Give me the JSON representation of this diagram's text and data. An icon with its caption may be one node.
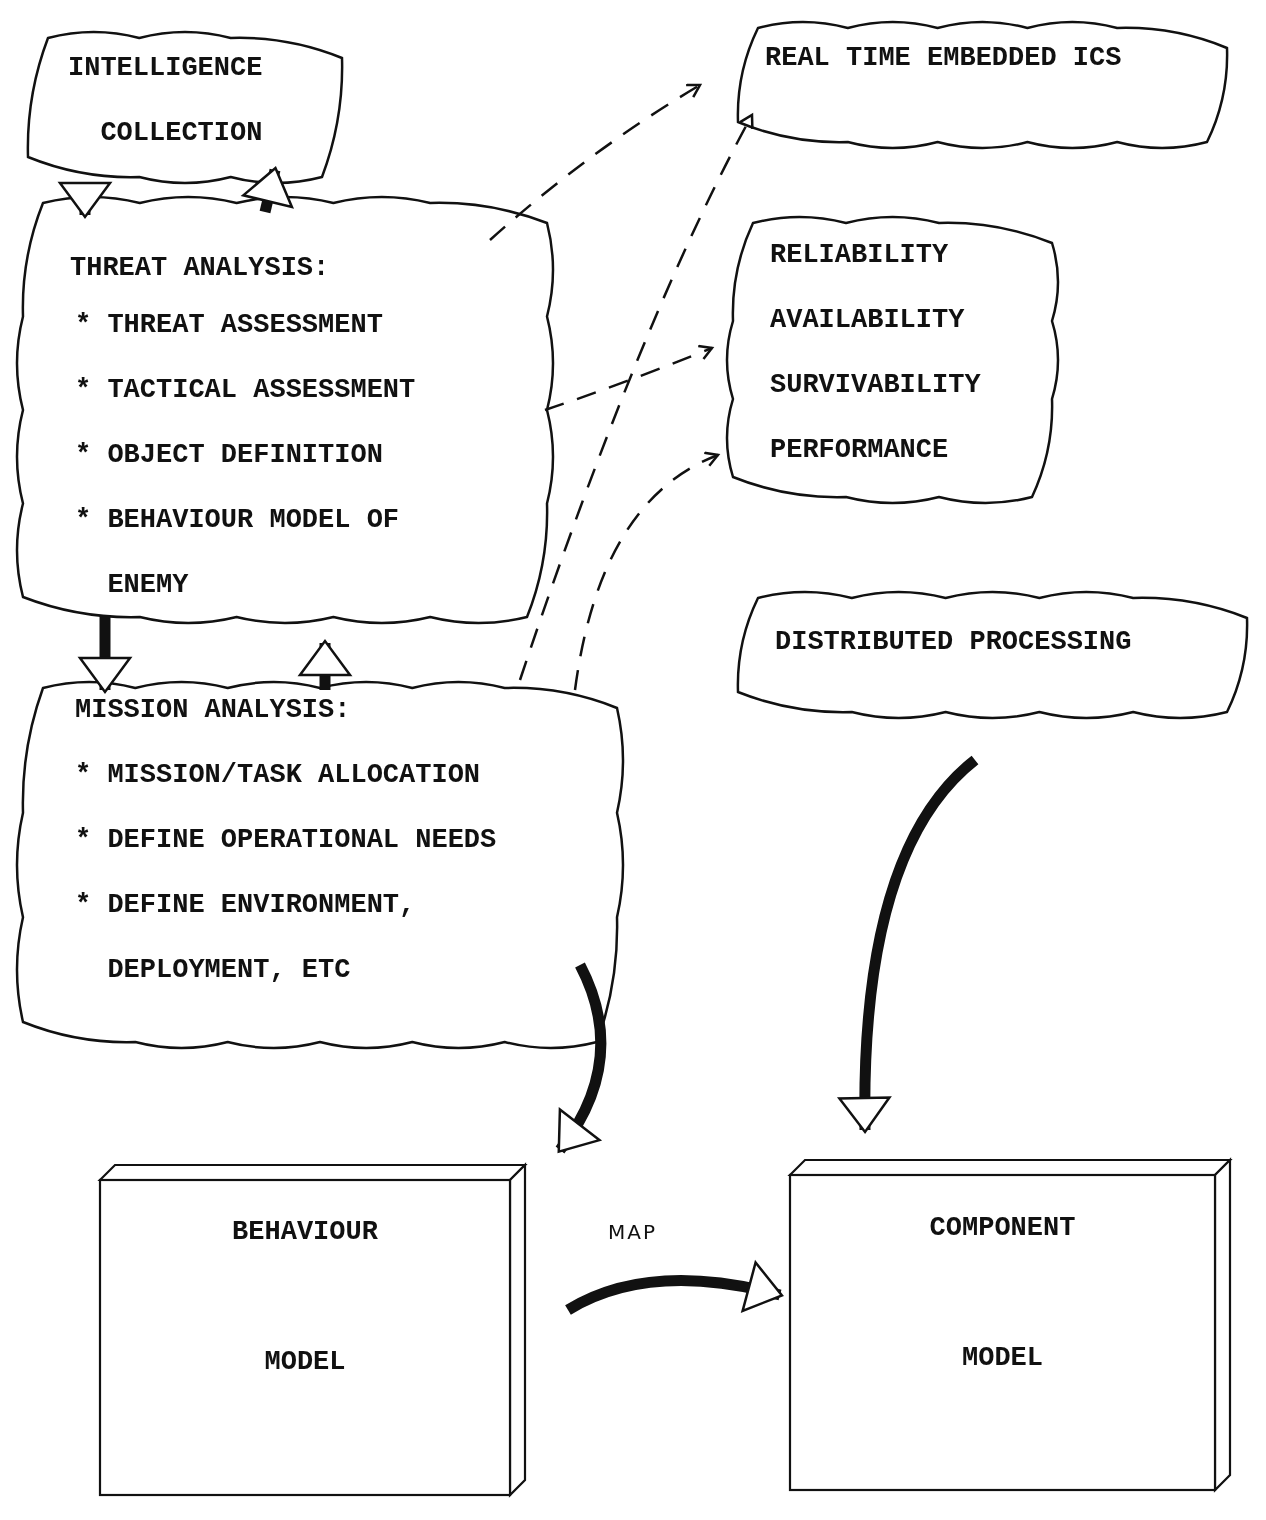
{
  "diagram": {
    "nodes": [
      {
        "text": [
          "INTELLIGENCE COLLECTION"
        ]
      },
      {
        "text": [
          "THREAT ANALYSIS:",
          "* THREAT ASSESSMENT",
          "* TACTICAL ASSESSMENT",
          "* OBJECT DEFINITION",
          "* BEHAVIOUR MODEL OF ENEMY"
        ]
      },
      {
        "text": [
          "MISSION ANALYSIS:",
          "* MISSION/TASK ALLOCATION",
          "* DEFINE OPERATIONAL NEEDS",
          "* DEFINE ENVIRONMENT, DEPLOYMENT, ETC"
        ]
      },
      {
        "text": [
          "REAL TIME EMBEDDED ICS"
        ]
      },
      {
        "text": [
          "RELIABILITY",
          "AVAILABILITY",
          "SURVIVABILITY",
          "PERFORMANCE"
        ]
      },
      {
        "text": [
          "DISTRIBUTED PROCESSING"
        ]
      },
      {
        "text": [
          "BEHAVIOUR",
          "MODEL"
        ]
      },
      {
        "text": [
          "COMPONENT",
          "MODEL"
        ]
      }
    ],
    "edges": [
      {
        "from": 0,
        "to": 1,
        "arrow": "to"
      },
      {
        "from": 1,
        "to": 0,
        "arrow": "to"
      },
      {
        "from": 1,
        "to": 2,
        "arrow": "to"
      },
      {
        "from": 2,
        "to": 1,
        "arrow": "to"
      },
      {
        "from": 1,
        "to": 3,
        "arrow": "to",
        "style": "dashed"
      },
      {
        "from": 1,
        "to": 4,
        "arrow": "to",
        "style": "dashed"
      },
      {
        "from": 2,
        "to": 3,
        "arrow": "to",
        "style": "dashed"
      },
      {
        "from": 2,
        "to": 4,
        "arrow": "to",
        "style": "dashed"
      },
      {
        "from": 2,
        "to": 6,
        "arrow": "to"
      },
      {
        "from": 5,
        "to": 7,
        "arrow": "to"
      },
      {
        "from": 6,
        "to": 7,
        "arrow": "to",
        "label": "MAP"
      }
    ]
  }
}
